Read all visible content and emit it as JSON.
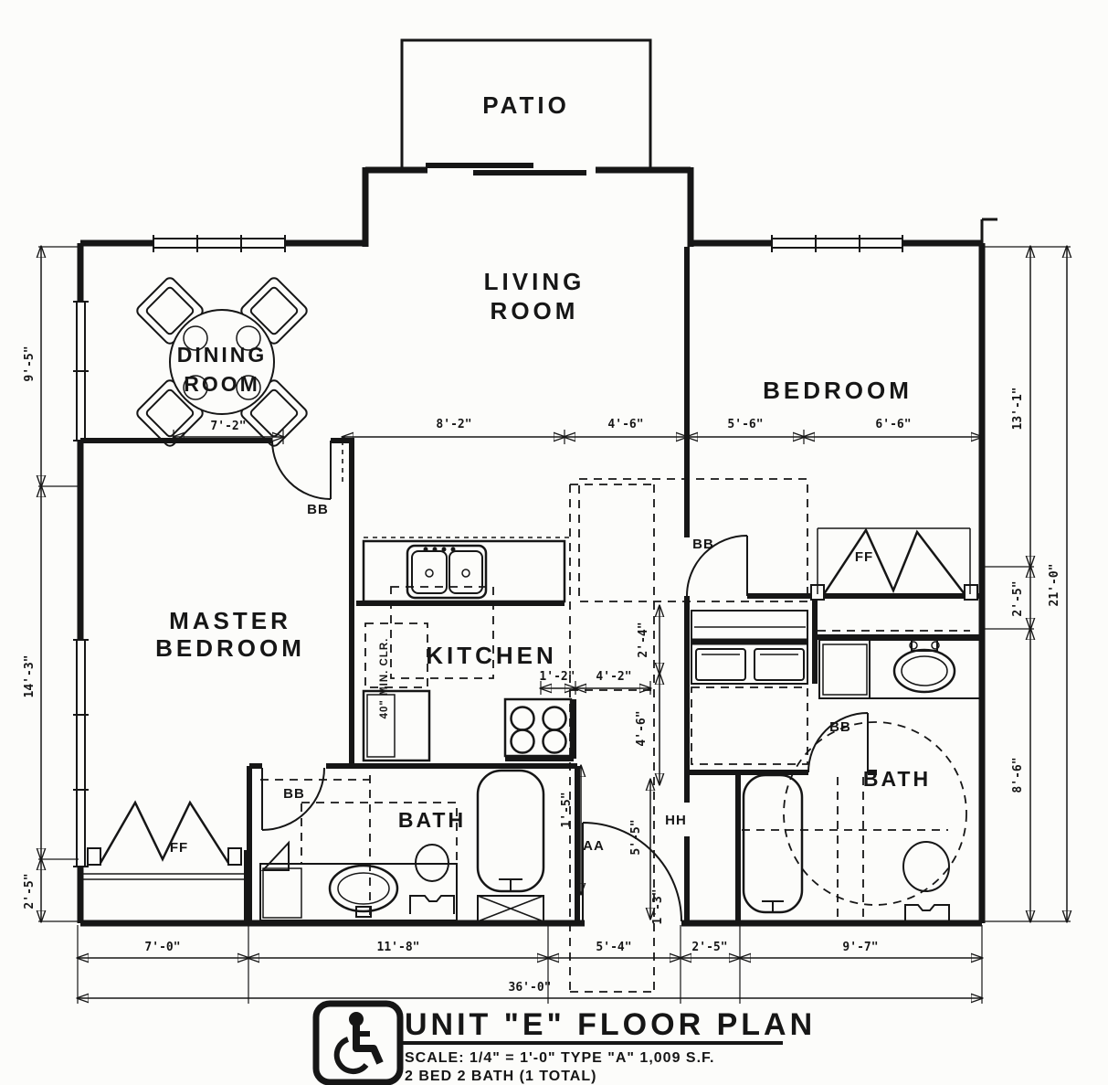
{
  "title_block": {
    "title": "UNIT \"E\" FLOOR PLAN",
    "scale_line": "SCALE: 1/4\" = 1'-0\"    TYPE \"A\"    1,009 S.F.",
    "unit_line": "2 BED 2 BATH (1 TOTAL)",
    "accessibility_icon": "wheelchair-accessible"
  },
  "rooms": {
    "patio": "PATIO",
    "living_line1": "LIVING",
    "living_line2": "ROOM",
    "dining_line1": "DINING",
    "dining_line2": "ROOM",
    "bedroom": "BEDROOM",
    "master_line1": "MASTER",
    "master_line2": "BEDROOM",
    "kitchen": "KITCHEN",
    "bath_left": "BATH",
    "bath_right": "BATH"
  },
  "door_tags": {
    "bb": "BB",
    "ff": "FF",
    "aa": "AA",
    "hh": "HH"
  },
  "dims": {
    "mid_row": [
      "7'-2\"",
      "8'-2\"",
      "4'-6\"",
      "5'-6\"",
      "6'-6\""
    ],
    "bottom_row": [
      "7'-0\"",
      "11'-8\"",
      "5'-4\"",
      "2'-5\"",
      "9'-7\""
    ],
    "bottom_overall": "36'-0\"",
    "left_col": [
      "9'-5\"",
      "14'-3\"",
      "2'-5\""
    ],
    "right_col": [
      "13'-1\"",
      "2'-5\"",
      "8'-6\""
    ],
    "right_overall": "21'-0\"",
    "kitchen": [
      "1'-2\"",
      "4'-2\"",
      "2'-4\"",
      "4'-6\""
    ],
    "hall": [
      "1'-5\"",
      "5'-5\"",
      "1'-3\""
    ],
    "kitchen_note": "40\" MIN. CLR."
  }
}
